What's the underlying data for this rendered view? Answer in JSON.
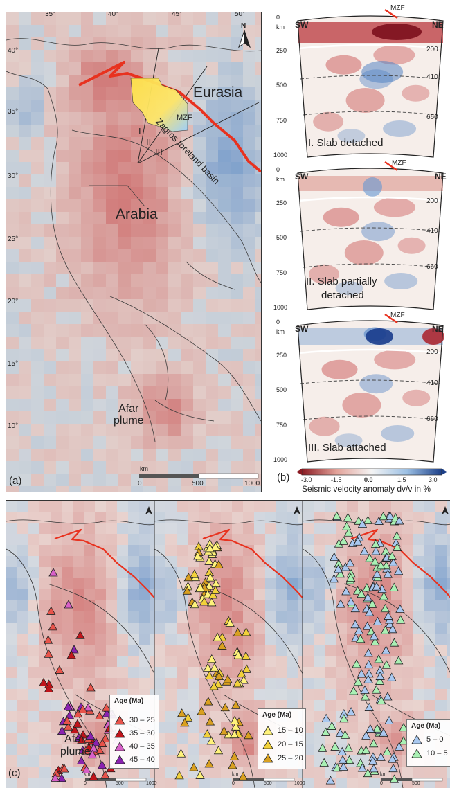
{
  "panel_a": {
    "letter": "(a)",
    "lon_ticks": [
      "35°",
      "40°",
      "45°",
      "50°"
    ],
    "lat_ticks": [
      "40°",
      "35°",
      "30°",
      "25°",
      "20°",
      "15°",
      "10°"
    ],
    "labels": {
      "eurasia": "Eurasia",
      "arabia": "Arabia",
      "zagros": "Zagros foreland basin",
      "mzf": "MZF",
      "afar_line1": "Afar",
      "afar_line2": "plume",
      "prof1": "I",
      "prof2": "II",
      "prof3": "III",
      "north": "N"
    },
    "scalebar": {
      "unit": "km",
      "ticks": [
        "0",
        "500",
        "1000"
      ]
    }
  },
  "panel_b": {
    "letter": "(b)",
    "sections": [
      {
        "caption": [
          "I. Slab detached"
        ],
        "depth_ticks": [
          "0",
          "250",
          "500",
          "750",
          "1000"
        ],
        "depth_unit": "km",
        "left": "SW",
        "right": "NE",
        "mzf": "MZF",
        "discontinuities": [
          "200",
          "410",
          "660"
        ]
      },
      {
        "caption": [
          "II. Slab partially",
          "detached"
        ],
        "depth_ticks": [
          "0",
          "250",
          "500",
          "750",
          "1000"
        ],
        "depth_unit": "km",
        "left": "SW",
        "right": "NE",
        "mzf": "MZF",
        "discontinuities": [
          "200",
          "410",
          "660"
        ]
      },
      {
        "caption": [
          "III. Slab attached"
        ],
        "depth_ticks": [
          "0",
          "250",
          "500",
          "750",
          "1000"
        ],
        "depth_unit": "km",
        "left": "SW",
        "right": "NE",
        "mzf": "MZF",
        "discontinuities": [
          "200",
          "410",
          "660"
        ]
      }
    ],
    "colorbar": {
      "ticks": [
        "-3.0",
        "-1.5",
        "0.0",
        "1.5",
        "3.0"
      ],
      "label": "Seismic velocity anomaly dv/v in %",
      "low_color": "#8a1a22",
      "mid_color": "#f4f4f4",
      "high_color": "#1c3f88"
    }
  },
  "panel_c": {
    "letter": "(c)",
    "afar_line1": "Afar",
    "afar_line2": "plume",
    "subpanels": [
      {
        "legend_title": "Age (Ma)",
        "entries": [
          {
            "label": "30 – 25",
            "color": "#e8534a"
          },
          {
            "label": "35 – 30",
            "color": "#c0141a"
          },
          {
            "label": "40 – 35",
            "color": "#d860c8"
          },
          {
            "label": "45 – 40",
            "color": "#8a22b0"
          }
        ]
      },
      {
        "legend_title": "Age (Ma)",
        "entries": [
          {
            "label": "15 – 10",
            "color": "#fff27a"
          },
          {
            "label": "20 – 15",
            "color": "#f2d13a"
          },
          {
            "label": "25 – 20",
            "color": "#d9a020"
          }
        ]
      },
      {
        "legend_title": "Age (Ma)",
        "entries": [
          {
            "label": "5 – 0",
            "color": "#a9c8f0"
          },
          {
            "label": "10 – 5",
            "color": "#a9f0b4"
          }
        ]
      }
    ],
    "scale_unit": "km",
    "scale_ticks": [
      "0",
      "500",
      "1000"
    ]
  },
  "colors": {
    "fault": "#e8321f",
    "slow": "#c8595a",
    "fast": "#5d8fc4",
    "neutral": "#f0ece6"
  }
}
